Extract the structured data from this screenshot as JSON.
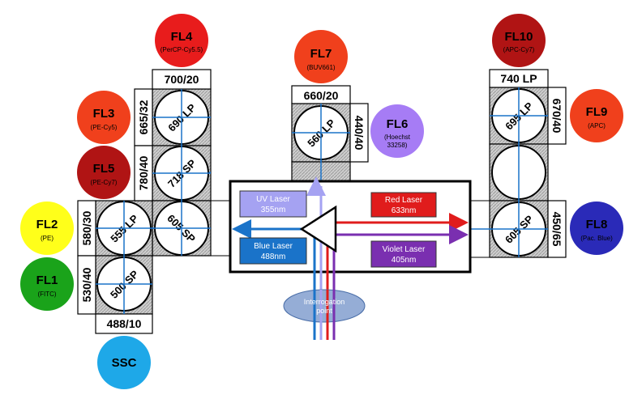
{
  "detectors": {
    "fl1": {
      "name": "FL1",
      "dye": "(FITC)",
      "color": "#1aa31a"
    },
    "fl2": {
      "name": "FL2",
      "dye": "(PE)",
      "color": "#ffff1a"
    },
    "fl3": {
      "name": "FL3",
      "dye": "(PE-Cy5)",
      "color": "#f0401c"
    },
    "fl4": {
      "name": "FL4",
      "dye": "(PerCP-Cy5.5)",
      "color": "#e81c1c"
    },
    "fl5": {
      "name": "FL5",
      "dye": "(PE-Cy7)",
      "color": "#b01414"
    },
    "fl6": {
      "name": "FL6",
      "dye": "(Hoechst 33258)",
      "dye_line1": "(Hoechst",
      "dye_line2": "33258)",
      "color": "#a67cf5"
    },
    "fl7": {
      "name": "FL7",
      "dye": "(BUV661)",
      "color": "#f0401c"
    },
    "fl8": {
      "name": "FL8",
      "dye": "(Pac. Blue)",
      "color": "#2a2ab8"
    },
    "fl9": {
      "name": "FL9",
      "dye": "(APC)",
      "color": "#f0401c"
    },
    "fl10": {
      "name": "FL10",
      "dye": "(APC-Cy7)",
      "color": "#b01414"
    },
    "ssc": {
      "name": "SSC",
      "color": "#1ea8e8"
    }
  },
  "filters": {
    "f700_20": "700/20",
    "f665_32": "665/32",
    "f780_40": "780/40",
    "f580_30": "580/30",
    "f530_40": "530/40",
    "f488_10": "488/10",
    "f660_20": "660/20",
    "f440_40": "440/40",
    "f740lp": "740 LP",
    "f670_40": "670/40",
    "f450_65": "450/65"
  },
  "mirrors": {
    "m690lp": "690 LP",
    "m718sp": "718 SP",
    "m555lp": "555 LP",
    "m605sp_left": "605 SP",
    "m500sp": "500 SP",
    "m560lp": "560 LP",
    "m695lp": "695 LP",
    "m605sp_right": "605 SP"
  },
  "lasers": {
    "uv": {
      "name": "UV Laser",
      "wavelength": "355nm",
      "color": "#a5a2f2"
    },
    "blue": {
      "name": "Blue Laser",
      "wavelength": "488nm",
      "color": "#1a73c9"
    },
    "red": {
      "name": "Red Laser",
      "wavelength": "633nm",
      "color": "#e01c1c"
    },
    "violet": {
      "name": "Violet Laser",
      "wavelength": "405nm",
      "color": "#7a2fb0"
    }
  },
  "interrogation": {
    "label_line1": "Interrogation",
    "label_line2": "point",
    "color": "#7f9fcf"
  }
}
